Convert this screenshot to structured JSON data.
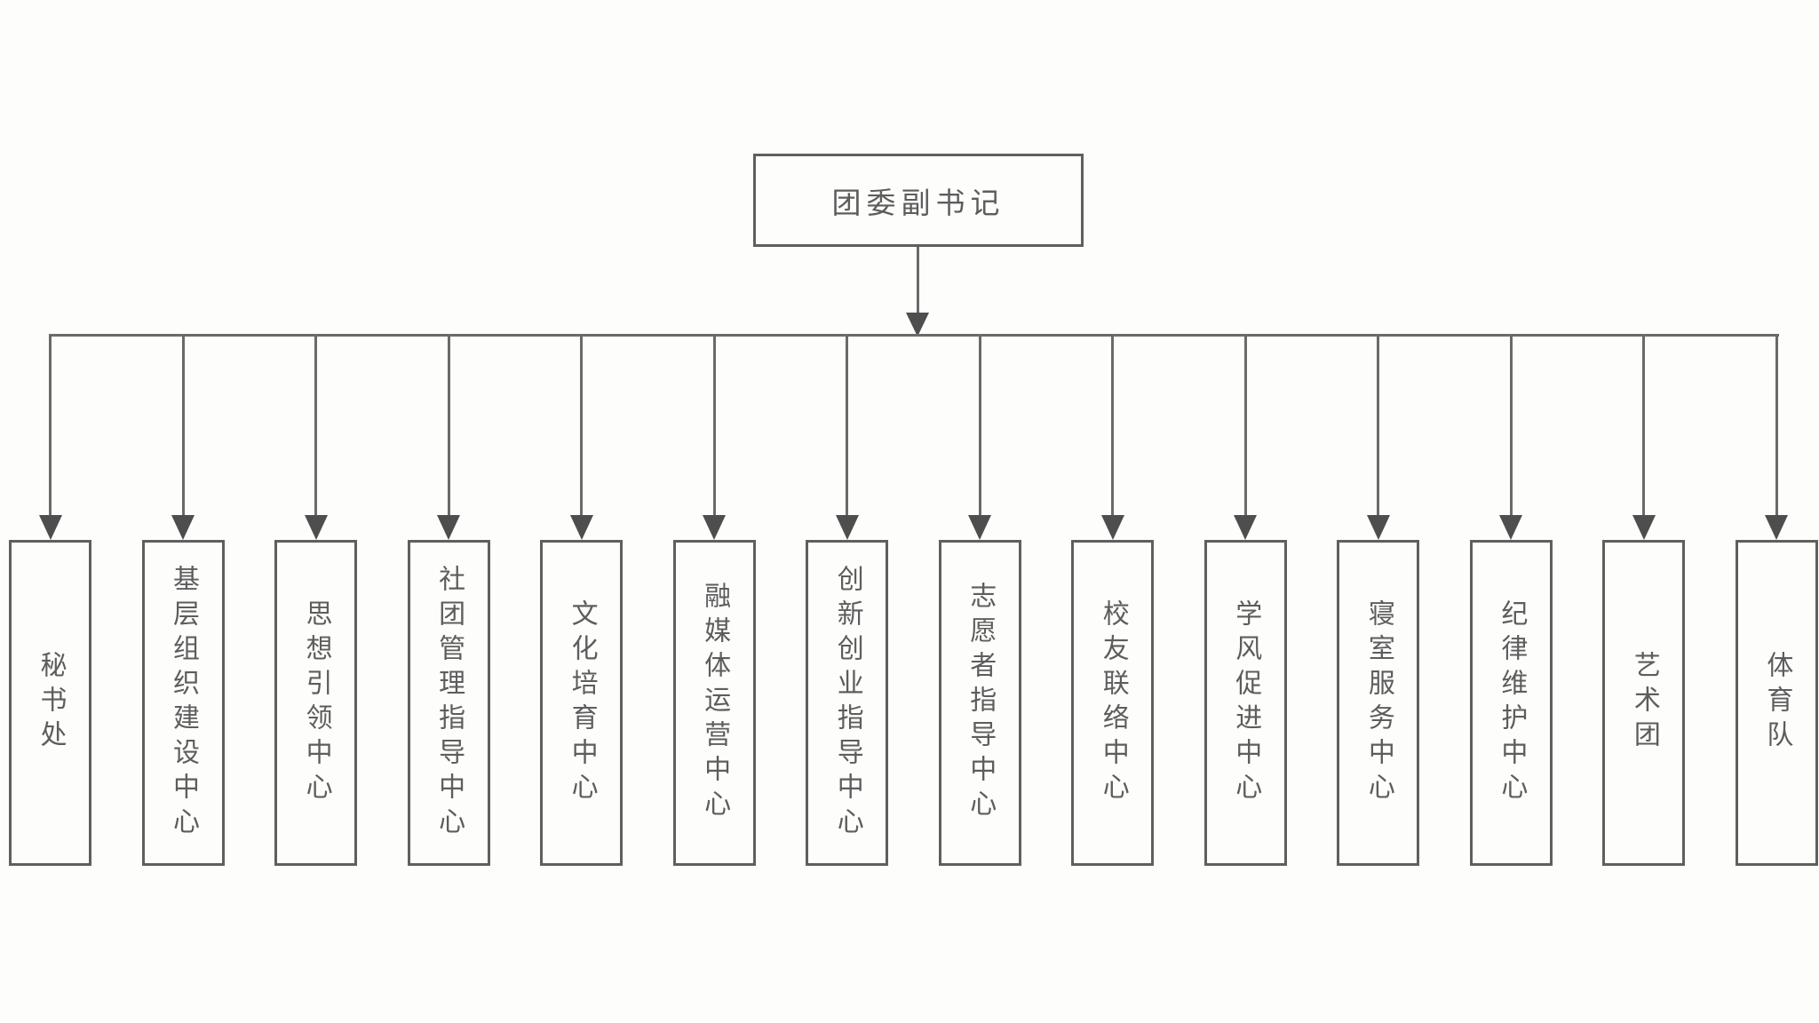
{
  "diagram": {
    "type": "org-chart",
    "root": {
      "label": "团委副书记"
    },
    "departments": [
      {
        "label": "秘书处"
      },
      {
        "label": "基层组织建设中心"
      },
      {
        "label": "思想引领中心"
      },
      {
        "label": "社团管理指导中心"
      },
      {
        "label": "文化培育中心"
      },
      {
        "label": "融媒体运营中心"
      },
      {
        "label": "创新创业指导中心"
      },
      {
        "label": "志愿者指导中心"
      },
      {
        "label": "校友联络中心"
      },
      {
        "label": "学风促进中心"
      },
      {
        "label": "寝室服务中心"
      },
      {
        "label": "纪律维护中心"
      },
      {
        "label": "艺术团"
      },
      {
        "label": "体育队"
      }
    ],
    "colors": {
      "line": "#6a6a6a",
      "arrowhead": "#4e4e4e",
      "box_border": "#5f5f5f",
      "text": "#5d5d5d",
      "background": "#fdfdfb"
    }
  }
}
